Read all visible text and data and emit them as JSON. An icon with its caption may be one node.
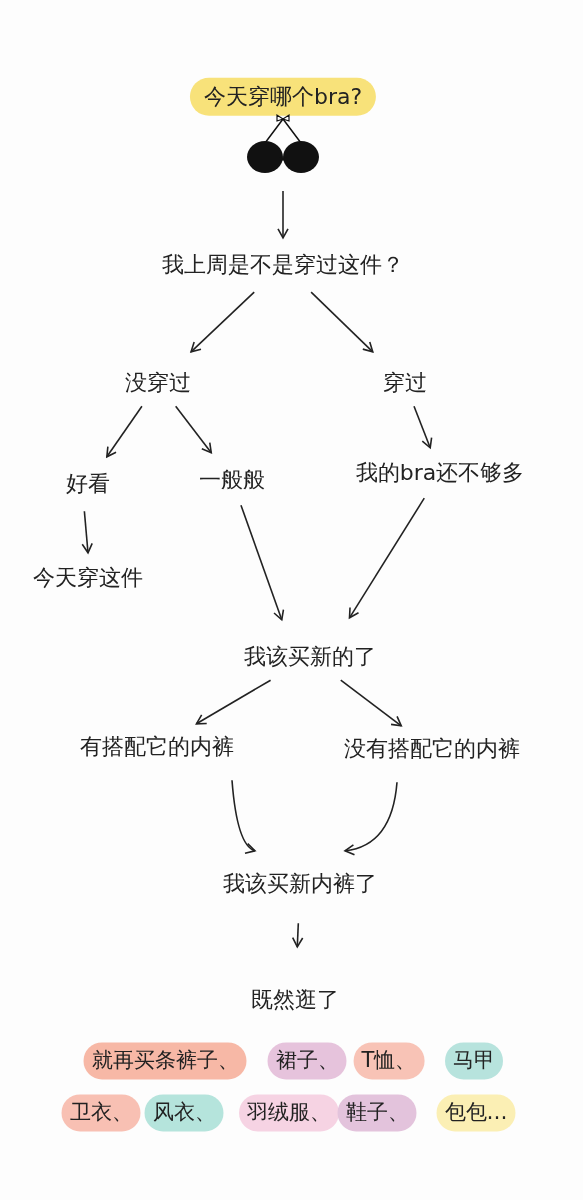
{
  "diagram": {
    "nodes": [
      {
        "text": [
          "今天穿哪个bra?"
        ]
      },
      {
        "text": [],
        "shape": "picture"
      },
      {
        "text": [
          "我上周是不是穿过这件？"
        ]
      },
      {
        "text": [
          "没穿过"
        ]
      },
      {
        "text": [
          "穿过"
        ]
      },
      {
        "text": [
          "好看"
        ]
      },
      {
        "text": [
          "一般般"
        ]
      },
      {
        "text": [
          "我的bra还不够多"
        ]
      },
      {
        "text": [
          "今天穿这件"
        ]
      },
      {
        "text": [
          "我该买新的了"
        ]
      },
      {
        "text": [
          "有搭配它的内裤"
        ]
      },
      {
        "text": [
          "没有搭配它的内裤"
        ]
      },
      {
        "text": [
          "我该买新内裤了"
        ]
      },
      {
        "text": [
          "既然逛了"
        ]
      },
      {
        "text": [
          "就再买条裤子、"
        ]
      },
      {
        "text": [
          "裙子、"
        ]
      },
      {
        "text": [
          "T恤、"
        ]
      },
      {
        "text": [
          "马甲"
        ]
      },
      {
        "text": [
          "卫衣、"
        ]
      },
      {
        "text": [
          "风衣、"
        ]
      },
      {
        "text": [
          "羽绒服、"
        ]
      },
      {
        "text": [
          "鞋子、"
        ]
      },
      {
        "text": [
          "包包…"
        ]
      }
    ],
    "edges": [
      {
        "from": 1,
        "to": 2,
        "arrow": "to"
      },
      {
        "from": 2,
        "to": 3,
        "arrow": "to"
      },
      {
        "from": 2,
        "to": 4,
        "arrow": "to"
      },
      {
        "from": 3,
        "to": 5,
        "arrow": "to"
      },
      {
        "from": 3,
        "to": 6,
        "arrow": "to"
      },
      {
        "from": 4,
        "to": 7,
        "arrow": "to"
      },
      {
        "from": 5,
        "to": 8,
        "arrow": "to"
      },
      {
        "from": 6,
        "to": 9,
        "arrow": "to"
      },
      {
        "from": 7,
        "to": 9,
        "arrow": "to"
      },
      {
        "from": 9,
        "to": 10,
        "arrow": "to"
      },
      {
        "from": 9,
        "to": 11,
        "arrow": "to"
      },
      {
        "from": 10,
        "to": 12,
        "arrow": "to"
      },
      {
        "from": 11,
        "to": 12,
        "arrow": "to"
      },
      {
        "from": 12,
        "to": 13,
        "arrow": "to"
      }
    ]
  }
}
